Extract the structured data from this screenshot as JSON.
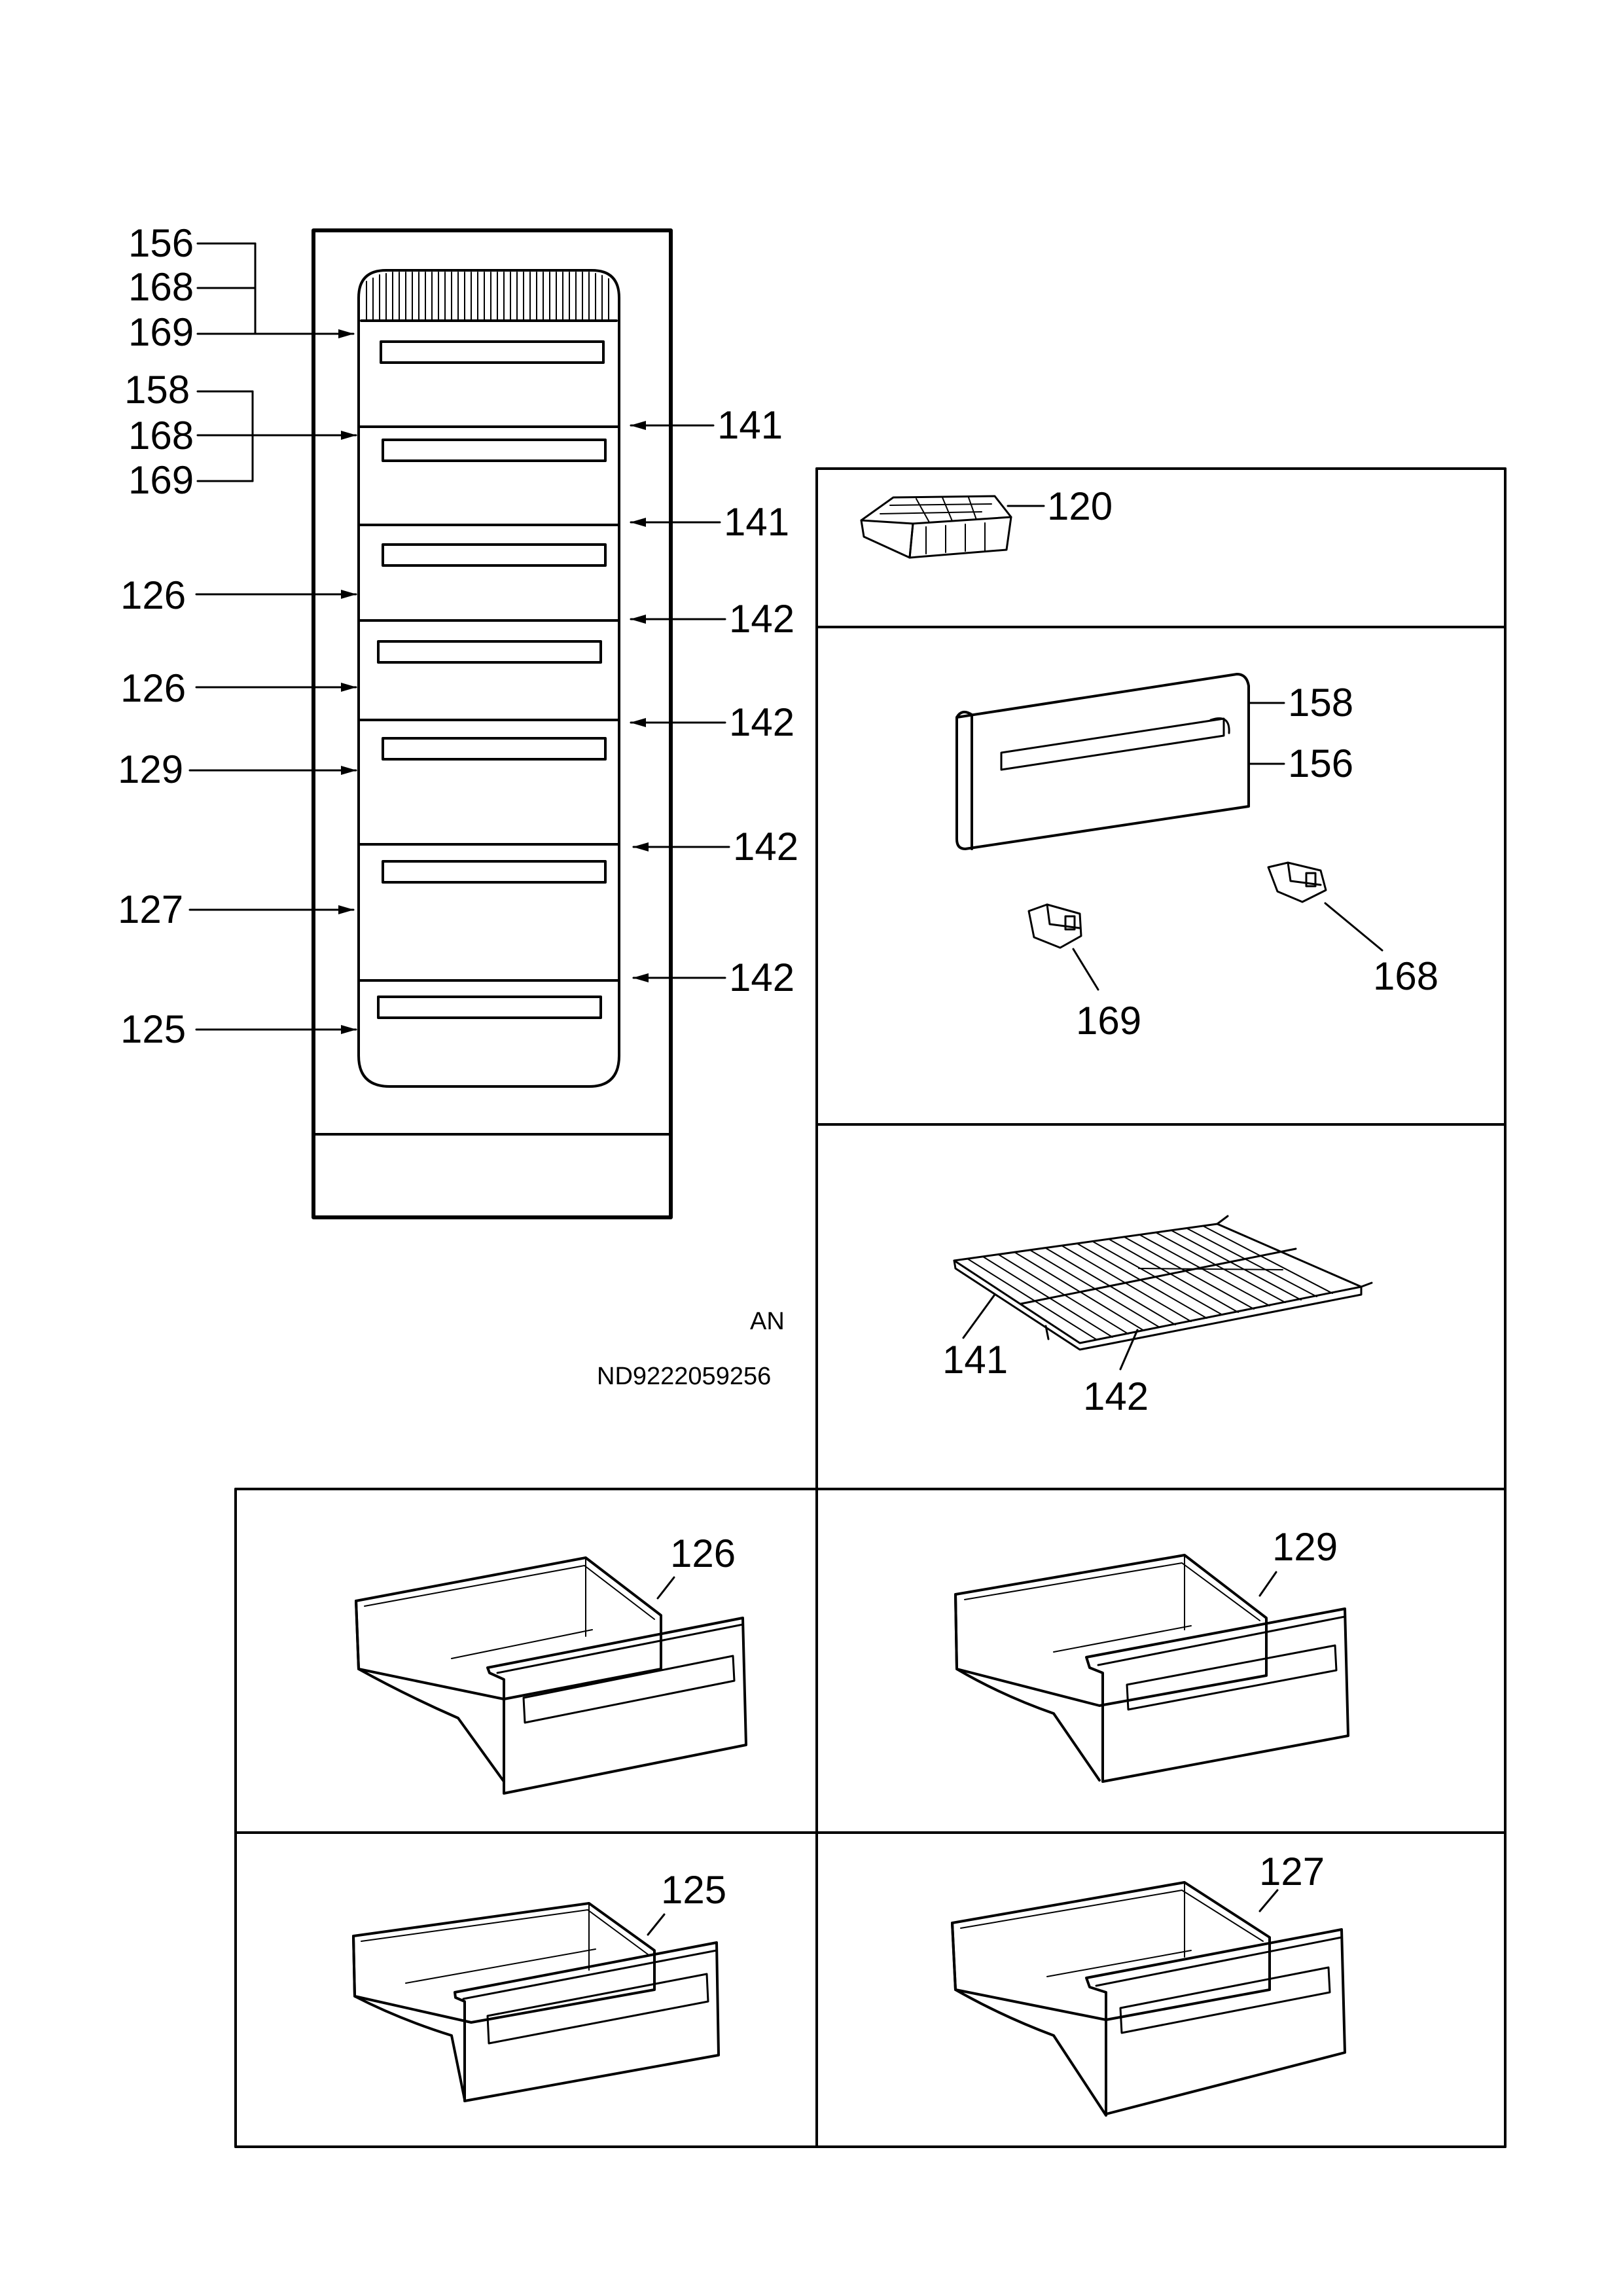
{
  "diagram": {
    "cabinet_callouts_left": [
      "156",
      "168",
      "169",
      "158",
      "168",
      "169",
      "126",
      "126",
      "129",
      "127",
      "125"
    ],
    "cabinet_callouts_right": [
      "141",
      "141",
      "142",
      "142",
      "142",
      "142"
    ],
    "parts": {
      "ice_tray": "120",
      "flap_upper": "158",
      "flap_front": "156",
      "hinge_left": "169",
      "hinge_right": "168",
      "shelf_front": "141",
      "shelf_rail": "142",
      "drawer_a": "126",
      "drawer_b": "129",
      "drawer_c": "125",
      "drawer_d": "127"
    },
    "variant_code": "AN",
    "document_number": "ND9222059256"
  }
}
